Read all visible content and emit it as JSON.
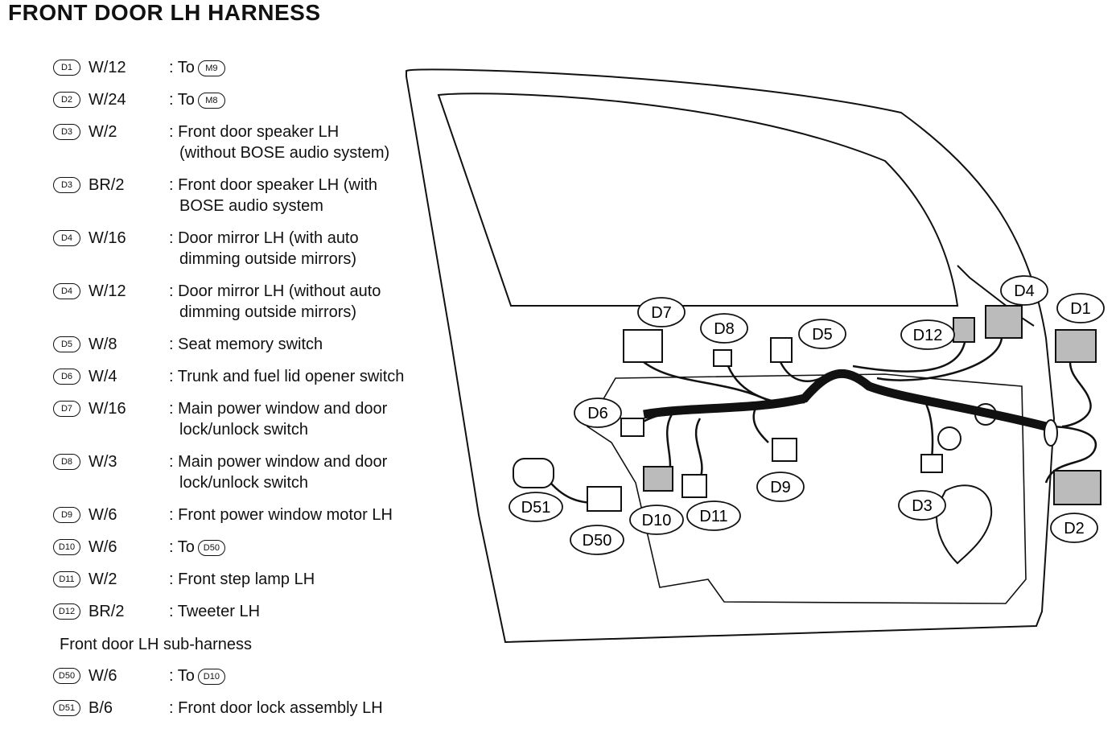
{
  "title": "FRONT DOOR LH HARNESS",
  "connectors": [
    {
      "id": "D1",
      "spec": "W/12",
      "desc": [
        ": To"
      ],
      "to": "M9"
    },
    {
      "id": "D2",
      "spec": "W/24",
      "desc": [
        ": To"
      ],
      "to": "M8"
    },
    {
      "id": "D3",
      "spec": "W/2",
      "desc": [
        ": Front door speaker LH",
        "(without BOSE audio system)"
      ]
    },
    {
      "id": "D3",
      "spec": "BR/2",
      "desc": [
        ": Front door speaker LH (with",
        "BOSE audio system"
      ]
    },
    {
      "id": "D4",
      "spec": "W/16",
      "desc": [
        ": Door mirror LH (with auto",
        "dimming outside mirrors)"
      ]
    },
    {
      "id": "D4",
      "spec": "W/12",
      "desc": [
        ": Door mirror LH (without auto",
        "dimming outside mirrors)"
      ]
    },
    {
      "id": "D5",
      "spec": "W/8",
      "desc": [
        ": Seat memory switch"
      ]
    },
    {
      "id": "D6",
      "spec": "W/4",
      "desc": [
        ": Trunk and fuel lid opener switch"
      ]
    },
    {
      "id": "D7",
      "spec": "W/16",
      "desc": [
        ": Main power window and door",
        "lock/unlock switch"
      ]
    },
    {
      "id": "D8",
      "spec": "W/3",
      "desc": [
        ": Main power window and door",
        "lock/unlock switch"
      ]
    },
    {
      "id": "D9",
      "spec": "W/6",
      "desc": [
        ": Front power window motor LH"
      ]
    },
    {
      "id": "D10",
      "spec": "W/6",
      "desc": [
        ": To"
      ],
      "to": "D50"
    },
    {
      "id": "D11",
      "spec": "W/2",
      "desc": [
        ": Front step lamp LH"
      ]
    },
    {
      "id": "D12",
      "spec": "BR/2",
      "desc": [
        ": Tweeter LH"
      ]
    }
  ],
  "subharness_title": "Front door LH sub-harness",
  "subharness": [
    {
      "id": "D50",
      "spec": "W/6",
      "desc": [
        ": To"
      ],
      "to": "D10"
    },
    {
      "id": "D51",
      "spec": "B/6",
      "desc": [
        ": Front door lock assembly LH"
      ]
    }
  ],
  "diagram_labels": [
    "D1",
    "D2",
    "D3",
    "D4",
    "D5",
    "D6",
    "D7",
    "D8",
    "D9",
    "D10",
    "D11",
    "D12",
    "D50",
    "D51"
  ]
}
